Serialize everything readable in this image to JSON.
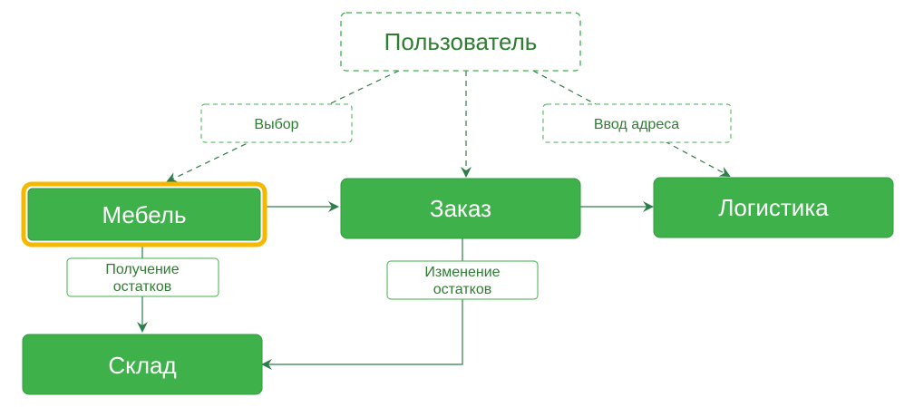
{
  "colors": {
    "node_fill": "#3fb14a",
    "node_stroke": "#2f9a3c",
    "highlight_border": "#f5b800",
    "edge_color": "#2e7d4a",
    "label_text": "#2e7d32"
  },
  "nodes": {
    "user": {
      "label": "Пользователь",
      "style": "dashed-outline"
    },
    "furniture": {
      "label": "Мебель",
      "style": "filled-highlighted"
    },
    "order": {
      "label": "Заказ",
      "style": "filled"
    },
    "logistics": {
      "label": "Логистика",
      "style": "filled"
    },
    "warehouse": {
      "label": "Склад",
      "style": "filled"
    }
  },
  "edges": {
    "choice": {
      "label": "Выбор",
      "from": "user",
      "to": "furniture",
      "style": "dashed"
    },
    "user_order": {
      "from": "user",
      "to": "order",
      "style": "dashed"
    },
    "address": {
      "label": "Ввод адреса",
      "from": "user",
      "to": "logistics",
      "style": "dashed"
    },
    "furniture_order": {
      "from": "furniture",
      "to": "order",
      "style": "solid"
    },
    "order_logistics": {
      "from": "order",
      "to": "logistics",
      "style": "solid"
    },
    "stock_get": {
      "label_line1": "Получение",
      "label_line2": "остатков",
      "from": "furniture",
      "to": "warehouse",
      "style": "solid"
    },
    "stock_change": {
      "label_line1": "Изменение",
      "label_line2": "остатков",
      "from": "order",
      "to": "warehouse",
      "style": "solid"
    }
  }
}
